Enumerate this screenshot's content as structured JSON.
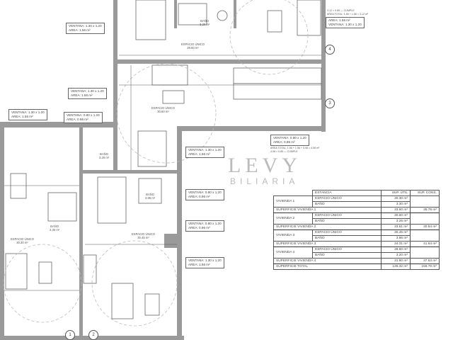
{
  "windows": [
    {
      "line1": "VENTANA: 1.30 x 1.20",
      "line2": "AREA: 1.56 m²"
    },
    {
      "line1": "VENTANA: 1.30 x 1.20",
      "line2": "AREA: 1.56 m²"
    },
    {
      "line1": "VENTANA: 1.30 x 1.20",
      "line2": "AREA: 1.56 m²"
    },
    {
      "line1": "VENTANA: 0.80 x 1.20",
      "line2": "AREA: 0.96 m²"
    },
    {
      "line1": "VENTANA: 1.30 x 1.20",
      "line2": "AREA: 1.56 m²"
    },
    {
      "line1": "VENTANA: 0.80 x 1.20",
      "line2": "AREA: 0.96 m²"
    },
    {
      "line1": "VENTANA: 0.80 x 1.20",
      "line2": "AREA: 0.96 m²"
    },
    {
      "line1": "VENTANA: 1.30 x 1.20",
      "line2": "AREA: 1.56 m²"
    },
    {
      "line1": "AREA: 1.56 m²",
      "line2": "VENTANA: 1.30 x 1.20"
    },
    {
      "line1": "VENTANA: 0.80 x 1.20",
      "line2": "AREA: 0.96 m²"
    }
  ],
  "notes": {
    "top_right_1": "3.12 > 0.85 — CUMPLE",
    "top_right_2": "AREA TOTAL: 1.56 + 1.56 = 3.12 m²",
    "mid_1": "AREA TOTAL: 1.56 + 1.56 + 0.96 = 4.08 m²",
    "mid_2": "4.08 > 0.85 — CUMPLE"
  },
  "rooms": [
    {
      "name": "BAÑO",
      "area": "3.20 m²"
    },
    {
      "name": "ESPACIO ÚNICO",
      "area": "28.60 m²"
    },
    {
      "name": "ESPACIO ÚNICO",
      "area": "30.60 m²"
    },
    {
      "name": "BAÑO",
      "area": "3.26 m²"
    },
    {
      "name": "BAÑO",
      "area": "3.30 m²"
    },
    {
      "name": "ESPACIO ÚNICO",
      "area": "30.30 m²"
    },
    {
      "name": "BAÑO",
      "area": "3.86 m²"
    },
    {
      "name": "ESPACIO ÚNICO",
      "area": "30.45 m²"
    }
  ],
  "markers": [
    "4",
    "3",
    "1",
    "2"
  ],
  "watermark": {
    "top": "LEVY",
    "bottom": "BILIARIA"
  },
  "table": {
    "headers": [
      "ESTANCIA",
      "SUP. ÚTIL",
      "SUP. CONS."
    ],
    "units": [
      {
        "name": "VIVIENDA 1",
        "rooms": [
          {
            "label": "ESPACIO ÚNICO",
            "util": "30.30 m²"
          },
          {
            "label": "BAÑO",
            "util": "3.30 m²"
          }
        ],
        "total_label": "SUPERFICIE VIVIENDA 1",
        "total_util": "33.60 m²",
        "total_cons": "35.78 m²"
      },
      {
        "name": "VIVIENDA 2",
        "rooms": [
          {
            "label": "ESPACIO ÚNICO",
            "util": "30.60 m²"
          },
          {
            "label": "BAÑO",
            "util": "3.26 m²"
          }
        ],
        "total_label": "SUPERFICIE VIVIENDA 2",
        "total_util": "33.61 m²",
        "total_cons": "30.54 m²"
      },
      {
        "name": "VIVIENDA 3",
        "rooms": [
          {
            "label": "ESPACIO ÚNICO",
            "util": "30.45 m²"
          },
          {
            "label": "BAÑO",
            "util": "3.86 m²"
          }
        ],
        "total_label": "SUPERFICIE VIVIENDA 3",
        "total_util": "34.31 m²",
        "total_cons": "41.64 m²"
      },
      {
        "name": "VIVIENDA 4",
        "rooms": [
          {
            "label": "ESPACIO ÚNICO",
            "util": "28.60 m²"
          },
          {
            "label": "BAÑO",
            "util": "3.20 m²"
          }
        ],
        "total_label": "SUPERFICIE VIVIENDA 4",
        "total_util": "31.80 m²",
        "total_cons": "37.63 m²"
      }
    ],
    "grand_label": "SUPERFICIE TOTAL",
    "grand_util": "135.32 m²",
    "grand_cons": "158.79 m²"
  }
}
